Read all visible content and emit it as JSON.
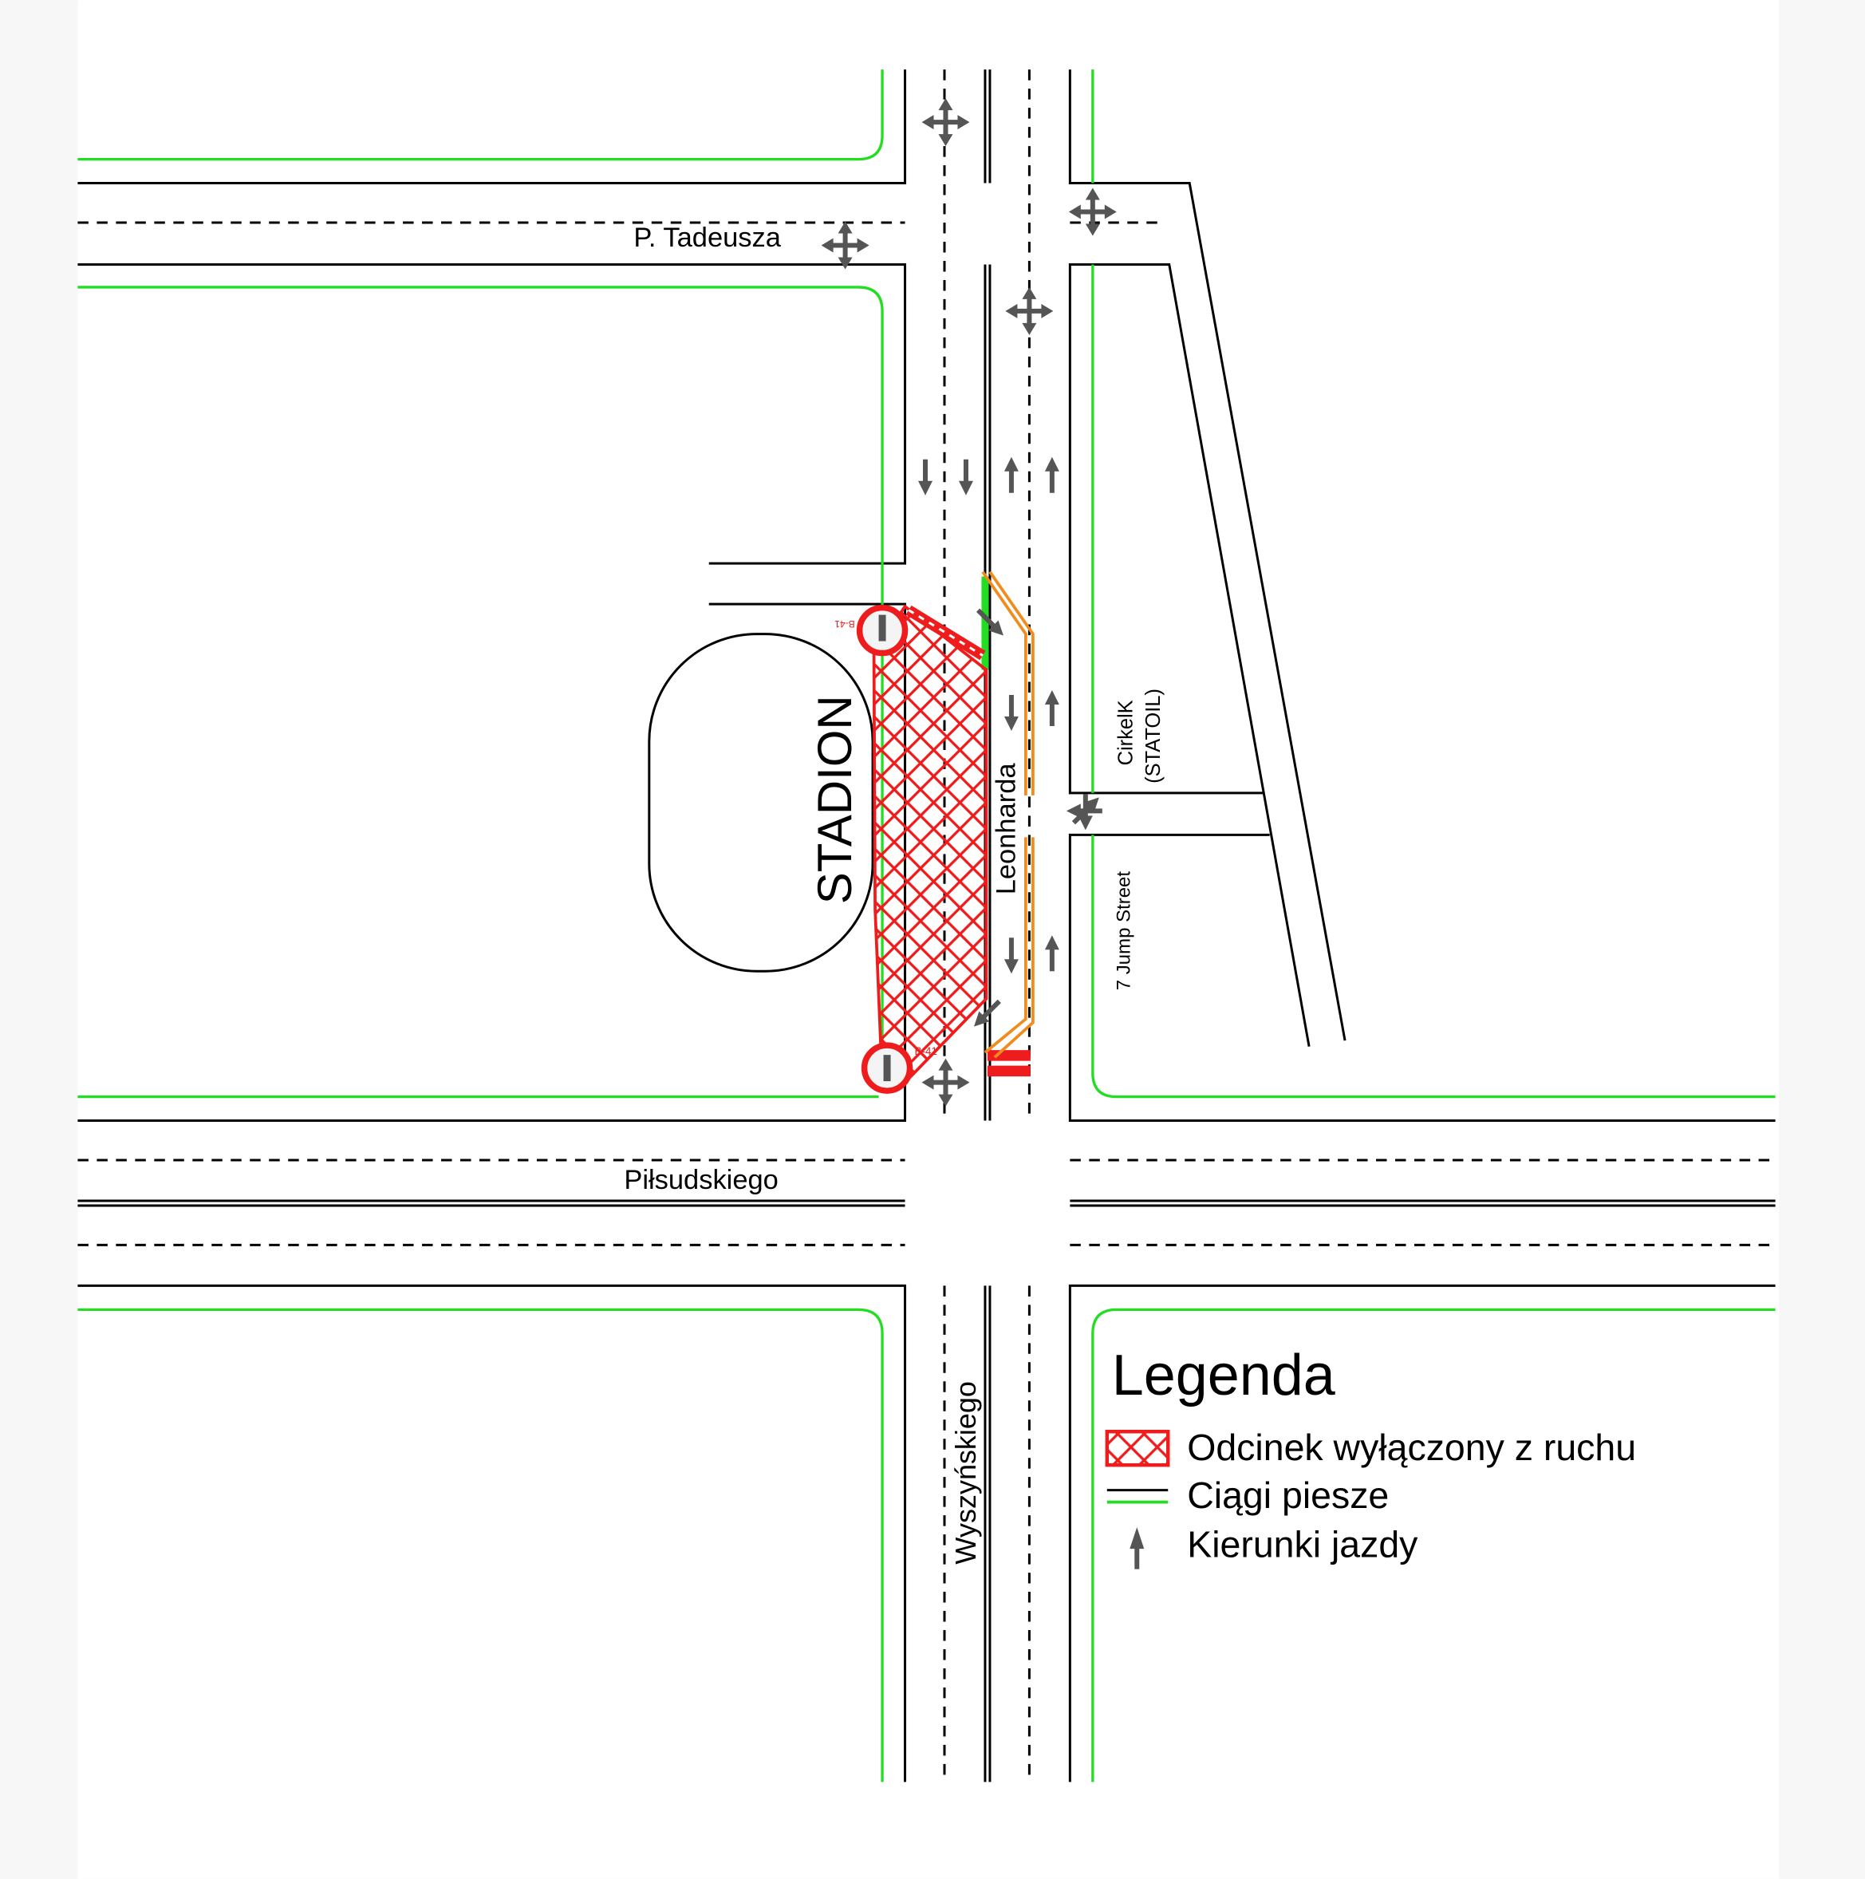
{
  "streets": {
    "top": "P. Tadeusza",
    "bottom": "Piłsudskiego",
    "vertical_north": "Leonharda",
    "vertical_south": "Wyszyńskiego",
    "side_lane": "7 Jump Street"
  },
  "places": {
    "stadium": "STADION",
    "station_line1": "CirkelK",
    "station_line2": "(STATOIL)"
  },
  "signs": [
    {
      "code": "B-41",
      "type": "no-pedestrian-entry"
    },
    {
      "code": "B-41",
      "type": "no-pedestrian-entry"
    }
  ],
  "legend": {
    "title": "Legenda",
    "items": [
      {
        "label": "Odcinek wyłączony z ruchu",
        "symbol": "red-hatch"
      },
      {
        "label": "Ciągi piesze",
        "symbol": "black-green-lines"
      },
      {
        "label": "Kierunki jazdy",
        "symbol": "gray-arrow"
      }
    ]
  },
  "colors": {
    "closed_section": "#ee1c1c",
    "pedestrian": "#22dd22",
    "detour": "#f08c1e",
    "arrows": "#555555"
  }
}
